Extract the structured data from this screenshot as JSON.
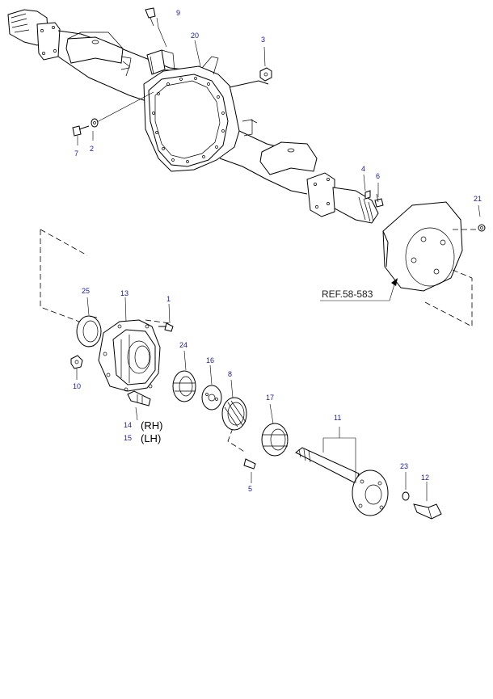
{
  "reference_label": "REF.58-583",
  "side_labels": {
    "rh": "(RH)",
    "lh": "(LH)"
  },
  "part_numbers": {
    "p1": "1",
    "p2": "2",
    "p3": "3",
    "p4": "4",
    "p5": "5",
    "p6": "6",
    "p7": "7",
    "p8": "8",
    "p9": "9",
    "p10": "10",
    "p11": "11",
    "p12": "12",
    "p13": "13",
    "p14": "14",
    "p15": "15",
    "p16": "16",
    "p17": "17",
    "p20": "20",
    "p21": "21",
    "p23": "23",
    "p24": "24",
    "p25": "25"
  }
}
